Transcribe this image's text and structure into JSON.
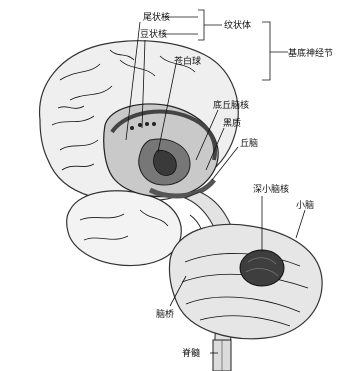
{
  "labels": {
    "caudate": "尾状核",
    "putamen": "豆状核",
    "striatum": "纹状体",
    "basal_ganglia": "基底神经节",
    "globus_pallidus": "苍白球",
    "subthalamic": "底丘脑核",
    "substantia_nigra": "黑质",
    "thalamus": "丘脑",
    "deep_cerebellar": "深小脑核",
    "cerebellum": "小脑",
    "pons": "脑桥",
    "spinal_cord": "脊髓"
  }
}
